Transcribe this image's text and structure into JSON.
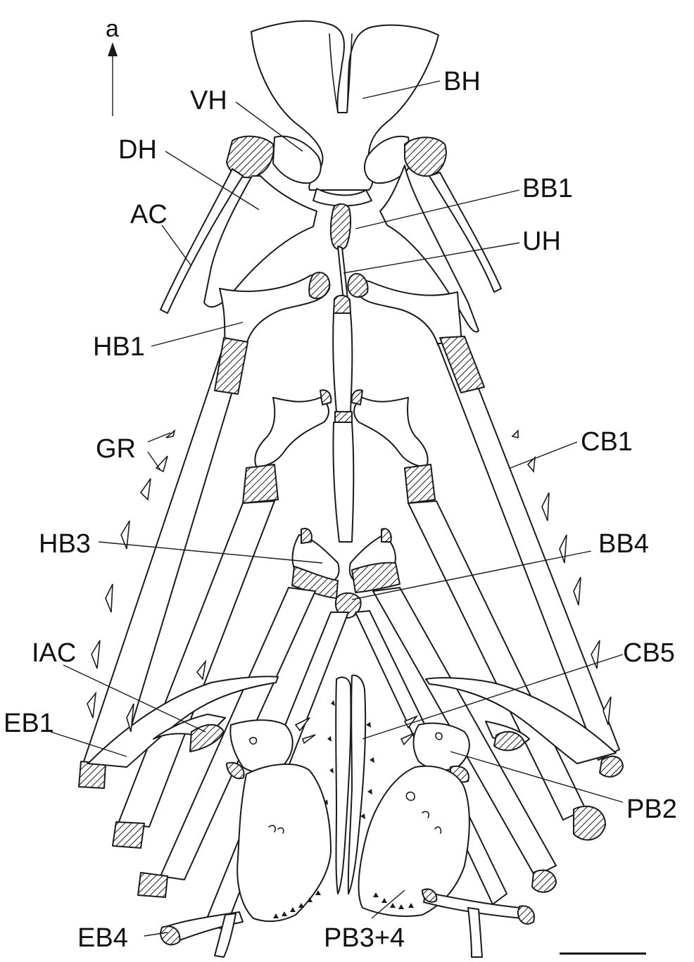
{
  "orientation": {
    "arrow_label": "a"
  },
  "labels": {
    "BH": "BH",
    "VH": "VH",
    "DH": "DH",
    "AC": "AC",
    "BB1": "BB1",
    "UH": "UH",
    "HB1": "HB1",
    "GR": "GR",
    "CB1": "CB1",
    "HB3": "HB3",
    "BB4": "BB4",
    "IAC": "IAC",
    "CB5": "CB5",
    "EB1": "EB1",
    "PB2": "PB2",
    "EB4": "EB4",
    "PB3_4": "PB3+4"
  }
}
